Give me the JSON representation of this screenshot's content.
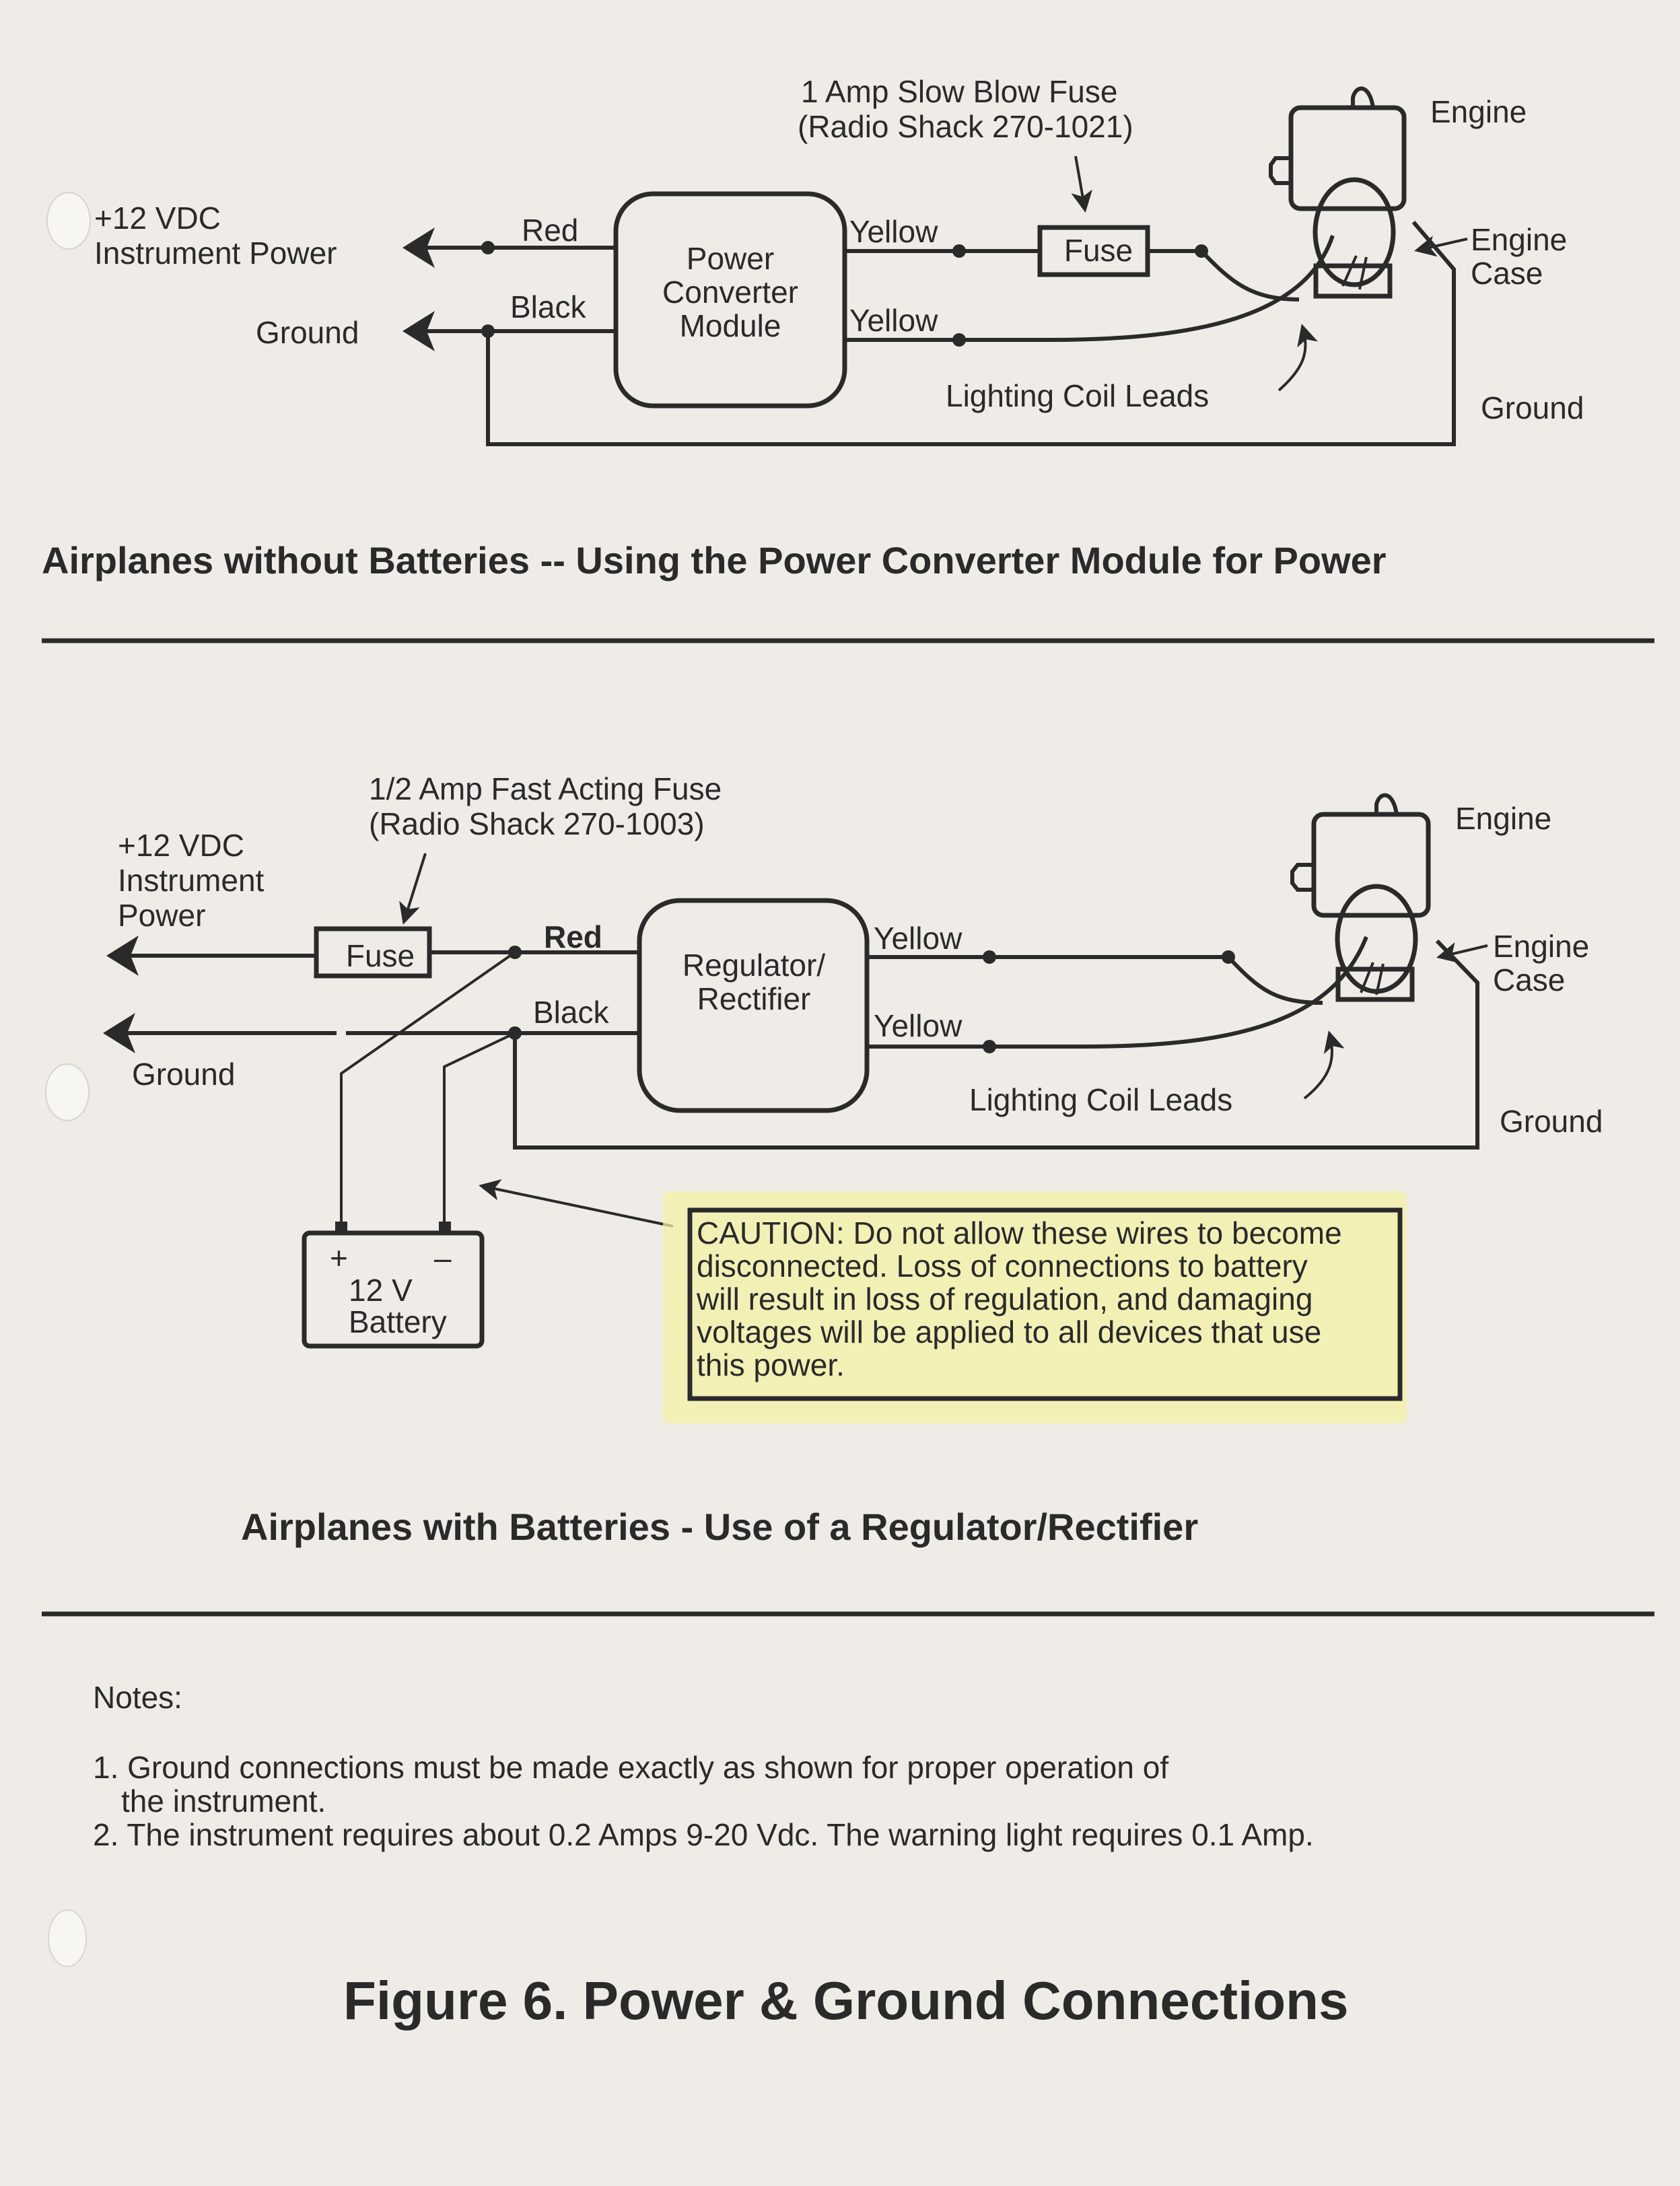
{
  "diagram1": {
    "fuse_note_line1": "1 Amp Slow Blow Fuse",
    "fuse_note_line2": "(Radio Shack 270-1021)",
    "engine_label": "Engine",
    "engine_case_line1": "Engine",
    "engine_case_line2": "Case",
    "power_line1": "+12 VDC",
    "power_line2": "Instrument Power",
    "ground_left": "Ground",
    "red_wire": "Red",
    "black_wire": "Black",
    "module_line1": "Power",
    "module_line2": "Converter",
    "module_line3": "Module",
    "yellow_top": "Yellow",
    "yellow_bottom": "Yellow",
    "fuse_label": "Fuse",
    "coil_leads": "Lighting Coil Leads",
    "ground_right": "Ground",
    "title": "Airplanes without Batteries -- Using the Power Converter Module for Power"
  },
  "diagram2": {
    "fuse_note_line1": "1/2 Amp Fast Acting Fuse",
    "fuse_note_line2": "(Radio Shack 270-1003)",
    "power_line1": "+12 VDC",
    "power_line2": "Instrument",
    "power_line3": "Power",
    "fuse_label": "Fuse",
    "red_wire": "Red",
    "black_wire": "Black",
    "ground_left": "Ground",
    "module_line1": "Regulator/",
    "module_line2": "Rectifier",
    "yellow_top": "Yellow",
    "yellow_bottom": "Yellow",
    "engine_label": "Engine",
    "engine_case_line1": "Engine",
    "engine_case_line2": "Case",
    "coil_leads": "Lighting Coil Leads",
    "ground_right": "Ground",
    "battery_plus": "+",
    "battery_minus": "–",
    "battery_line1": "12 V",
    "battery_line2": "Battery",
    "caution_lines": [
      "CAUTION: Do not allow these wires to become",
      "disconnected. Loss of connections to battery",
      "will result in loss of regulation, and damaging",
      "voltages will be  applied to all devices that use",
      "this power."
    ],
    "title": "Airplanes with Batteries - Use of a Regulator/Rectifier"
  },
  "notes": {
    "heading": "Notes:",
    "items": [
      "1. Ground connections must be made exactly as shown for proper operation of",
      "the instrument.",
      "2. The instrument requires about 0.2 Amps 9-20 Vdc. The warning light requires 0.1 Amp."
    ]
  },
  "figure_caption": "Figure 6. Power & Ground Connections",
  "colors": {
    "paper": "#efebe6",
    "ink": "#2a2a2a",
    "highlight": "#f4f1a6"
  }
}
